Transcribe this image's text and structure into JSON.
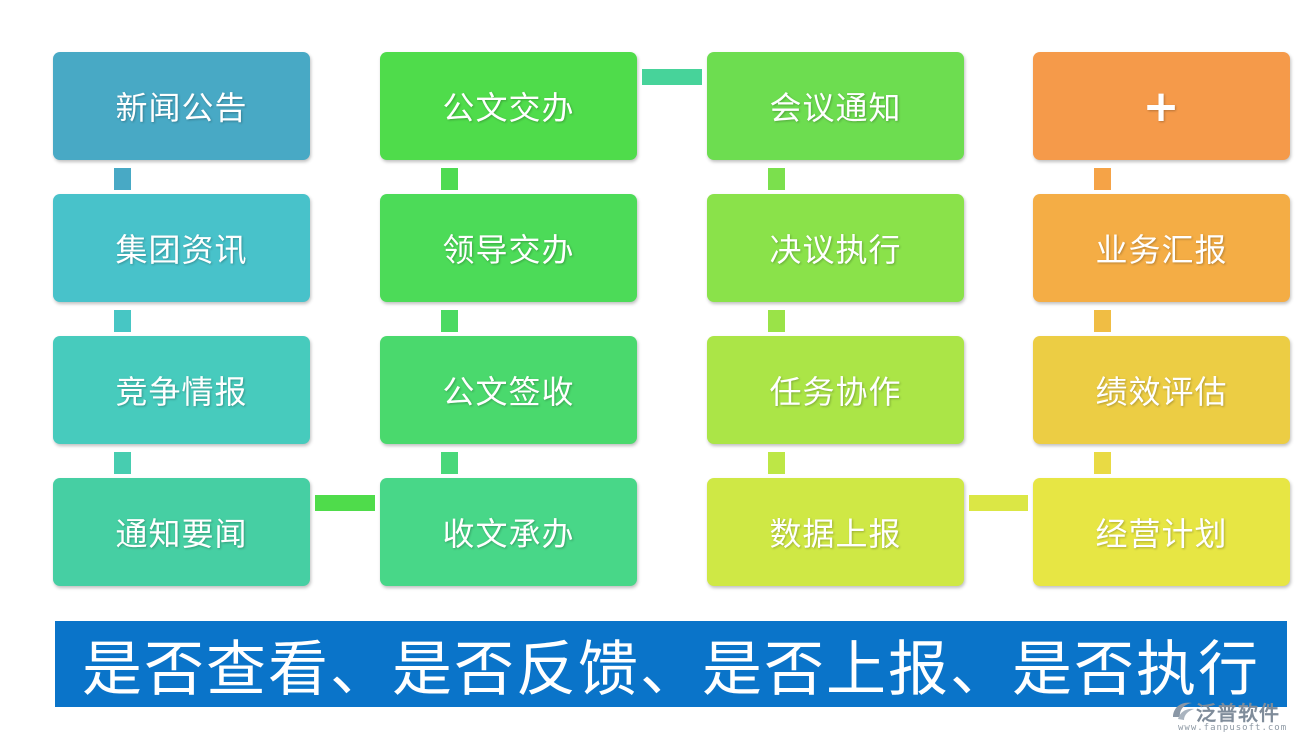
{
  "columns": [
    {
      "boxes": [
        {
          "label": "新闻公告",
          "color": "#48a9c5"
        },
        {
          "label": "集团资讯",
          "color": "#48c2ca"
        },
        {
          "label": "竞争情报",
          "color": "#47cbbd"
        },
        {
          "label": "通知要闻",
          "color": "#46cfa3"
        }
      ],
      "connector_colors": [
        "#48a9c5",
        "#47c6c4",
        "#47cdb0"
      ]
    },
    {
      "boxes": [
        {
          "label": "公文交办",
          "color": "#4fdc4b"
        },
        {
          "label": "领导交办",
          "color": "#4cdb58"
        },
        {
          "label": "公文签收",
          "color": "#4ad96d"
        },
        {
          "label": "收文承办",
          "color": "#48d788"
        }
      ],
      "connector_colors": [
        "#4edb52",
        "#4bda62",
        "#49d87a"
      ]
    },
    {
      "boxes": [
        {
          "label": "会议通知",
          "color": "#6ddd50"
        },
        {
          "label": "决议执行",
          "color": "#8ae24a"
        },
        {
          "label": "任务协作",
          "color": "#abe547"
        },
        {
          "label": "数据上报",
          "color": "#cfe845"
        }
      ],
      "connector_colors": [
        "#7be04d",
        "#9ae348",
        "#bde746"
      ]
    },
    {
      "boxes": [
        {
          "label": "+",
          "color": "#f59a4a"
        },
        {
          "label": "业务汇报",
          "color": "#f4ad45"
        },
        {
          "label": "绩效评估",
          "color": "#eccd44"
        },
        {
          "label": "经营计划",
          "color": "#e7e644"
        }
      ],
      "connector_colors": [
        "#f5a347",
        "#f0bd44",
        "#e9da44"
      ]
    }
  ],
  "horizontal_connector_colors": [
    "#4fdc4b",
    "#47d39a",
    "#dbe745"
  ],
  "banner": {
    "text": "是否查看、是否反馈、是否上报、是否执行",
    "color": "#0a74c9"
  },
  "logo": {
    "name": "泛普软件",
    "url": "www.fanpusoft.com"
  }
}
